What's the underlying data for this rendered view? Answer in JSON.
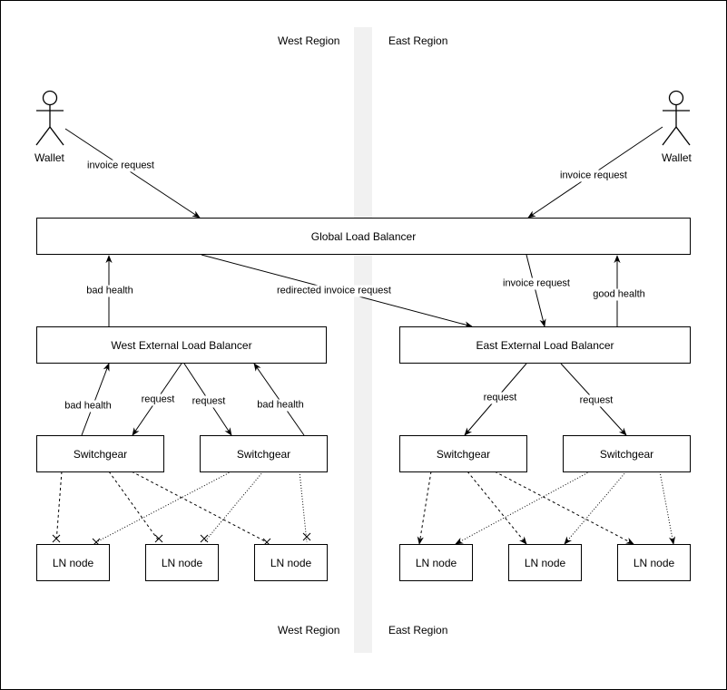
{
  "regions": {
    "west": "West Region",
    "east": "East Region"
  },
  "actors": {
    "west_wallet": "Wallet",
    "east_wallet": "Wallet"
  },
  "boxes": {
    "global_lb": "Global Load Balancer",
    "west_ext_lb": "West External Load Balancer",
    "east_ext_lb": "East External Load Balancer",
    "switchgear_w1": "Switchgear",
    "switchgear_w2": "Switchgear",
    "switchgear_e1": "Switchgear",
    "switchgear_e2": "Switchgear",
    "ln_w1": "LN node",
    "ln_w2": "LN node",
    "ln_w3": "LN node",
    "ln_e1": "LN node",
    "ln_e2": "LN node",
    "ln_e3": "LN node"
  },
  "edges": {
    "west_invoice": "invoice request",
    "east_invoice": "invoice request",
    "west_bad_health": "bad health",
    "redirected": "redirected invoice request",
    "east_invoice_to_ext": "invoice request",
    "east_good_health": "good health",
    "w_bad_health_1": "bad health",
    "w_request_1": "request",
    "w_request_2": "request",
    "w_bad_health_2": "bad health",
    "e_request_1": "request",
    "e_request_2": "request"
  }
}
